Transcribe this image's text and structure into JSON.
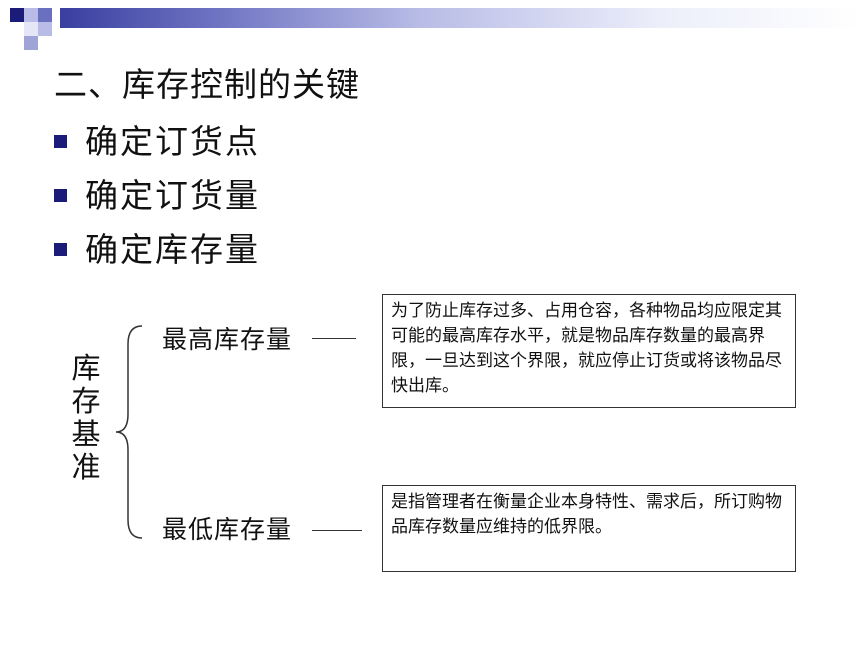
{
  "slide": {
    "title": "二、库存控制的关键",
    "bullets": [
      "确定订货点",
      "确定订货量",
      "确定库存量"
    ]
  },
  "diagram": {
    "group_label_chars": [
      "库",
      "存",
      "基",
      "准"
    ],
    "levels": [
      {
        "label": "最高库存量",
        "description": "为了防止库存过多、占用仓容，各种物品均应限定其可能的最高库存水平，就是物品库存数量的最高界限，一旦达到这个界限，就应停止订货或将该物品尽快出库。"
      },
      {
        "label": "最低库存量",
        "description": "是指管理者在衡量企业本身特性、需求后，所订购物品库存数量应维持的低界限。"
      }
    ]
  },
  "colors": {
    "bullet": "#1b1b7a",
    "deco_dark": "#1b1b7a",
    "deco_mid": "#6a6fc0",
    "deco_light": "#b8bce6"
  },
  "icons": [
    "square-bullet-icon",
    "brace-icon"
  ]
}
